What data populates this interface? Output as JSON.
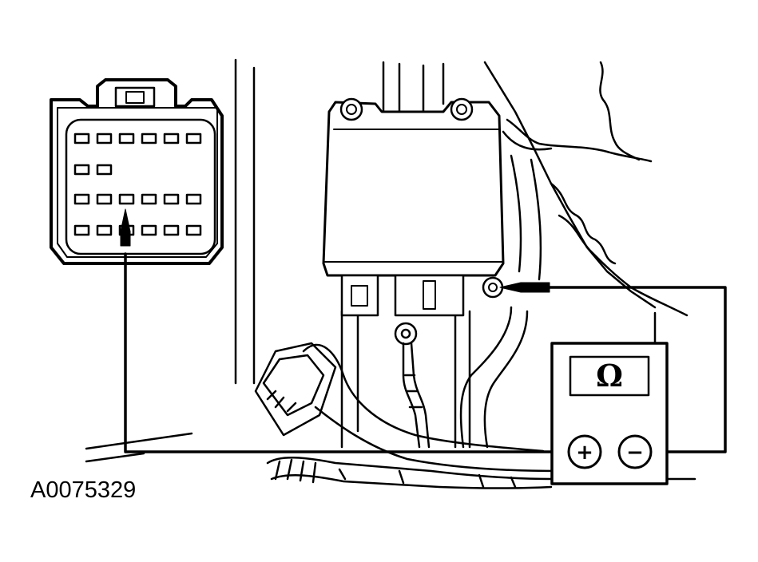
{
  "figure_id": "A0075329",
  "meter": {
    "display_symbol": "Ω",
    "positive_label": "+",
    "negative_label": "−"
  },
  "connector": {
    "rows": [
      6,
      2,
      6,
      6
    ],
    "probed_row": 3,
    "probed_cavity": 3
  }
}
